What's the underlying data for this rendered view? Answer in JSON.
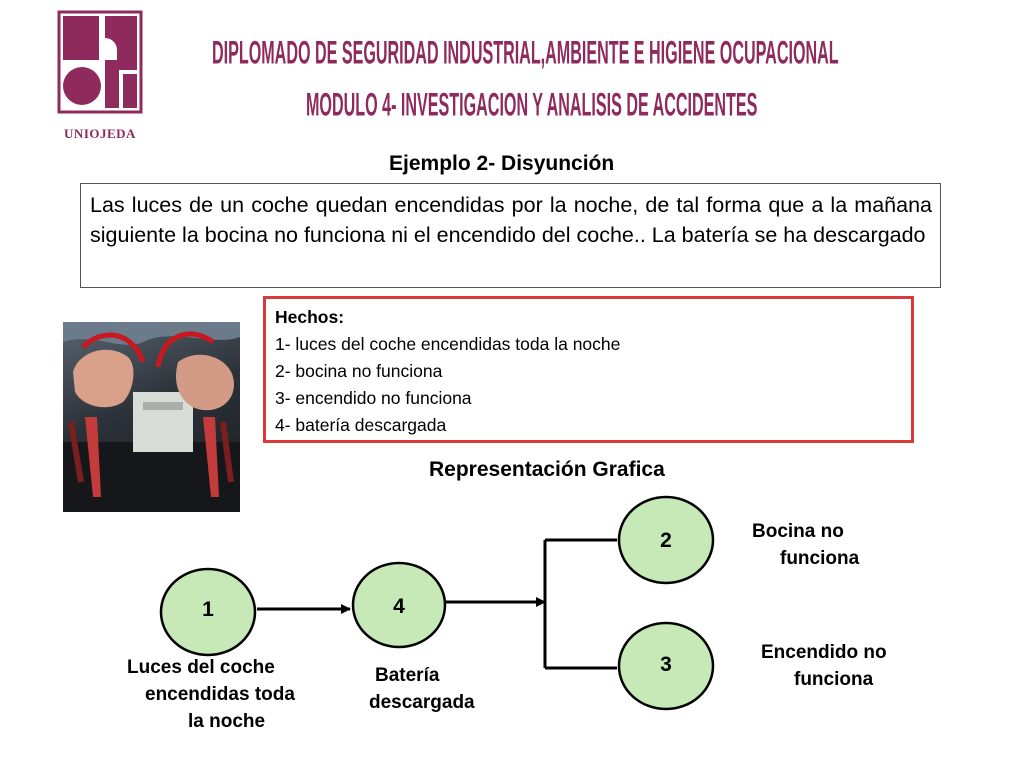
{
  "header": {
    "logo_text": "UNIOJEDA",
    "title_line_1": "DIPLOMADO DE SEGURIDAD INDUSTRIAL,AMBIENTE E HIGIENE OCUPACIONAL",
    "title_line_2": "MODULO 4- INVESTIGACION Y ANALISIS DE ACCIDENTES"
  },
  "example": {
    "title": "Ejemplo 2- Disyunción",
    "statement": "Las luces de un coche quedan encendidas por la noche, de tal forma que a la mañana siguiente la bocina no funciona ni el encendido del coche.. La batería se ha descargado"
  },
  "facts": {
    "title": "Hechos:",
    "items": [
      "1- luces del coche  encendidas toda la noche",
      "2- bocina no funciona",
      "3- encendido no funciona",
      "4- batería descargada"
    ]
  },
  "graph": {
    "title": "Representación Grafica",
    "nodes": {
      "n1": "1",
      "n2": "2",
      "n3": "3",
      "n4": "4"
    },
    "captions": {
      "n1": [
        "Luces del coche",
        "encendidas toda",
        "la noche"
      ],
      "n4": [
        "Batería",
        "descargada"
      ],
      "n2": [
        "Bocina no",
        "funciona"
      ],
      "n3": [
        "Encendido no",
        "funciona"
      ]
    },
    "node_fill": "#c6e9b7",
    "line_color": "#000000"
  },
  "colors": {
    "brand": "#8e2a5c",
    "facts_border": "#d63a3a"
  }
}
